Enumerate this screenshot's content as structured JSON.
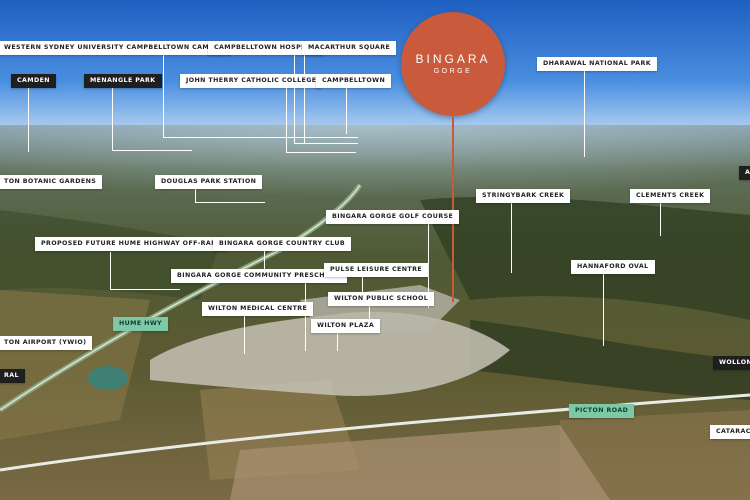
{
  "brand": {
    "name": "BINGARA",
    "sub": "GORGE",
    "color": "#c95a3b"
  },
  "labels": {
    "wsu": "WESTERN SYDNEY UNIVERSITY CAMPBELLTOWN CAMPUS",
    "camden": "CAMDEN",
    "menangle": "MENANGLE PARK",
    "campbelltown_hospital": "CAMPBELLTOWN HOSPITAL",
    "macarthur_square": "MACARTHUR SQUARE",
    "john_therry": "JOHN THERRY CATHOLIC COLLEGE",
    "campbelltown": "CAMPBELLTOWN",
    "dharawal": "DHARAWAL NATIONAL PARK",
    "botanic": "TON BOTANIC GARDENS",
    "douglas_park": "DOUGLAS PARK STATION",
    "stringybark": "STRINGYBARK CREEK",
    "clements": "CLEMENTS CREEK",
    "edge_a": "A",
    "golf_course": "BINGARA GORGE GOLF COURSE",
    "hume_offramp": "PROPOSED FUTURE HUME HIGHWAY OFF-RAMP",
    "country_club": "BINGARA GORGE COUNTRY CLUB",
    "hannaford": "HANNAFORD OVAL",
    "preschool": "BINGARA GORGE COMMUNITY PRESCHOOL",
    "pulse": "PULSE LEISURE CENTRE",
    "wilton_public": "WILTON PUBLIC SCHOOL",
    "wilton_medical": "WILTON MEDICAL CENTRE",
    "hume_hwy": "HUME HWY",
    "wilton_plaza": "WILTON PLAZA",
    "airport": "TON AIRPORT (YWIO)",
    "edge_ral": "RAL",
    "wollongong": "WOLLONG",
    "picton_road": "PICTON ROAD",
    "cataract": "CATARACT F"
  }
}
